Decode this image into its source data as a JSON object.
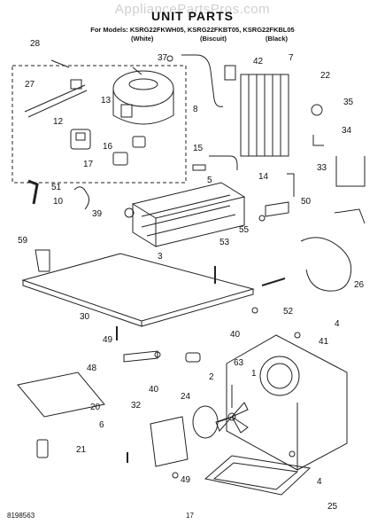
{
  "watermark": "AppliancePartsPros.com",
  "title": "UNIT PARTS",
  "models_line": "For Models: KSRG22FKWH05, KSRG22FKBT05, KSRG22FKBL05",
  "variants": [
    "(White)",
    "(Biscuit)",
    "(Black)"
  ],
  "footer": {
    "doc_number": "8198563",
    "page_number": "17"
  },
  "callouts": [
    "28",
    "37",
    "42",
    "7",
    "22",
    "27",
    "13",
    "8",
    "35",
    "12",
    "16",
    "17",
    "15",
    "5",
    "34",
    "51",
    "14",
    "33",
    "10",
    "39",
    "50",
    "55",
    "3",
    "59",
    "53",
    "26",
    "30",
    "52",
    "49",
    "40",
    "41",
    "4",
    "48",
    "40",
    "63",
    "1",
    "2",
    "24",
    "20",
    "32",
    "6",
    "21",
    "49",
    "4",
    "25"
  ]
}
